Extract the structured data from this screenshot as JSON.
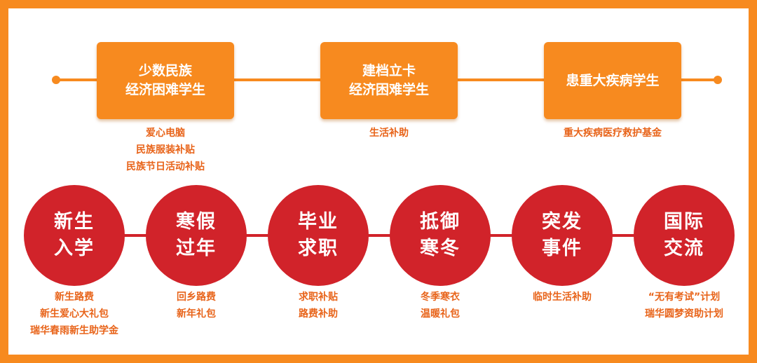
{
  "colors": {
    "border": "#F78A1F",
    "top_box": "#F78A1F",
    "circle": "#D1232A",
    "sub_text": "#E8641A"
  },
  "top_groups": [
    {
      "lines": [
        "少数民族",
        "经济困难学生"
      ],
      "items": [
        "爱心电脑",
        "民族服装补贴",
        "民族节日活动补贴"
      ]
    },
    {
      "lines": [
        "建档立卡",
        "经济困难学生"
      ],
      "items": [
        "生活补助"
      ]
    },
    {
      "lines": [
        "患重大疾病学生"
      ],
      "items": [
        "重大疾病医疗救护基金"
      ]
    }
  ],
  "stages": [
    {
      "lines": [
        "新生",
        "入学"
      ],
      "items": [
        "新生路费",
        "新生爱心大礼包",
        "瑞华春雨新生助学金"
      ]
    },
    {
      "lines": [
        "寒假",
        "过年"
      ],
      "items": [
        "回乡路费",
        "新年礼包"
      ]
    },
    {
      "lines": [
        "毕业",
        "求职"
      ],
      "items": [
        "求职补贴",
        "路费补助"
      ]
    },
    {
      "lines": [
        "抵御",
        "寒冬"
      ],
      "items": [
        "冬季寒衣",
        "温暖礼包"
      ]
    },
    {
      "lines": [
        "突发",
        "事件"
      ],
      "items": [
        "临时生活补助"
      ]
    },
    {
      "lines": [
        "国际",
        "交流"
      ],
      "items": [
        "“无有考试”计划",
        "瑞华圆梦资助计划"
      ]
    }
  ]
}
